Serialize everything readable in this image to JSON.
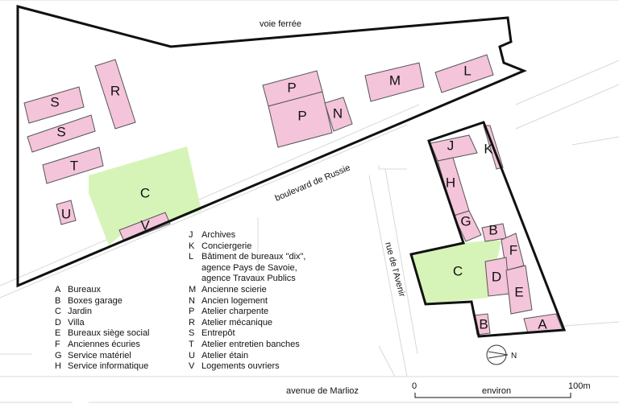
{
  "roads": {
    "railway": "voie ferrée",
    "boulevard": "boulevard de Russie",
    "avenue_marlioz": "avenue de Marlioz",
    "rue_avenir": "rue de l'Avenir"
  },
  "buildings": {
    "A": "A",
    "B": "B",
    "C": "C",
    "D": "D",
    "E": "E",
    "F": "F",
    "G": "G",
    "H": "H",
    "J": "J",
    "K": "K",
    "L": "L",
    "M": "M",
    "N": "N",
    "P": "P",
    "R": "R",
    "S": "S",
    "T": "T",
    "U": "U",
    "V": "V"
  },
  "legend_left": [
    {
      "key": "A",
      "text": "Bureaux"
    },
    {
      "key": "B",
      "text": "Boxes garage"
    },
    {
      "key": "C",
      "text": "Jardin"
    },
    {
      "key": "D",
      "text": "Villa"
    },
    {
      "key": "E",
      "text": "Bureaux siège social"
    },
    {
      "key": "F",
      "text": "Anciennes écuries"
    },
    {
      "key": "G",
      "text": "Service matériel"
    },
    {
      "key": "H",
      "text": "Service informatique"
    }
  ],
  "legend_right": [
    {
      "key": "J",
      "text": "Archives"
    },
    {
      "key": "K",
      "text": "Conciergerie"
    },
    {
      "key": "L",
      "text": "Bâtiment de bureaux \"dix\",",
      "text2": "agence Pays de Savoie,",
      "text3": "agence Travaux Publics"
    },
    {
      "key": "M",
      "text": "Ancienne scierie"
    },
    {
      "key": "N",
      "text": "Ancien logement"
    },
    {
      "key": "P",
      "text": "Atelier charpente"
    },
    {
      "key": "R",
      "text": "Atelier mécanique"
    },
    {
      "key": "S",
      "text": "Entrepôt"
    },
    {
      "key": "T",
      "text": "Atelier entretien banches"
    },
    {
      "key": "U",
      "text": "Atelier étain"
    },
    {
      "key": "V",
      "text": "Logements ouvriers"
    }
  ],
  "scale": {
    "start": "0",
    "label": "environ",
    "end": "100m"
  },
  "north": "N",
  "colors": {
    "building": "#f4c4da",
    "garden": "#d6f4b8",
    "boundary": "#111111"
  }
}
